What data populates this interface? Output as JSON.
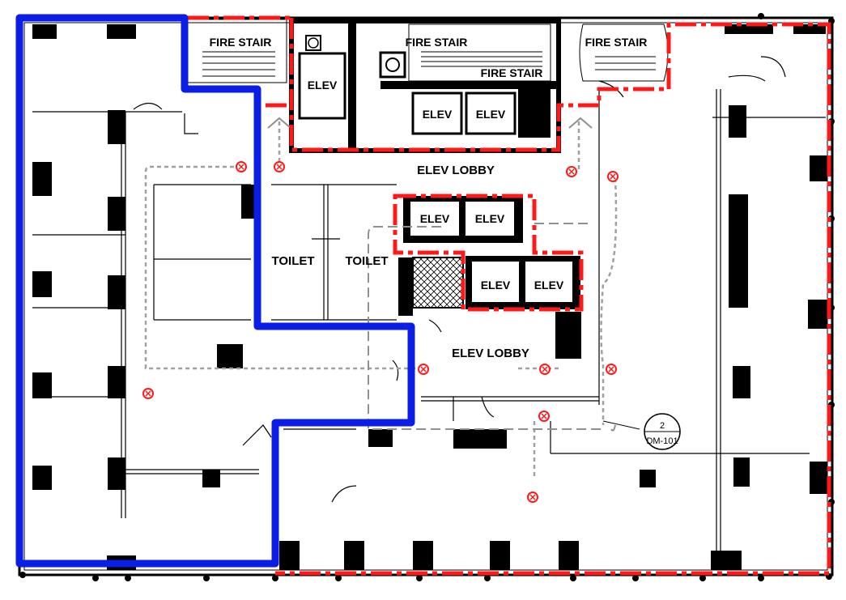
{
  "labels": {
    "fire_stair_1": "FIRE STAIR",
    "fire_stair_2": "FIRE STAIR",
    "fire_stair_3": "FIRE STAIR",
    "fire_stair_4": "FIRE STAIR",
    "elev_1": "ELEV",
    "elev_2": "ELEV",
    "elev_3": "ELEV",
    "elev_4": "ELEV",
    "elev_5": "ELEV",
    "elev_6": "ELEV",
    "elev_7": "ELEV",
    "elev_lobby_upper": "ELEV LOBBY",
    "elev_lobby_lower": "ELEV LOBBY",
    "toilet_1": "TOILET",
    "toilet_2": "TOILET"
  },
  "detail_tag": {
    "number": "2",
    "sheet": "DM-101"
  },
  "colors": {
    "outline_blue": "#0a1ee6",
    "outline_red": "#ff1a1a",
    "wall": "#000000",
    "egress_path": "#a0a0a0",
    "exit_marker": "#ff1a1a"
  }
}
